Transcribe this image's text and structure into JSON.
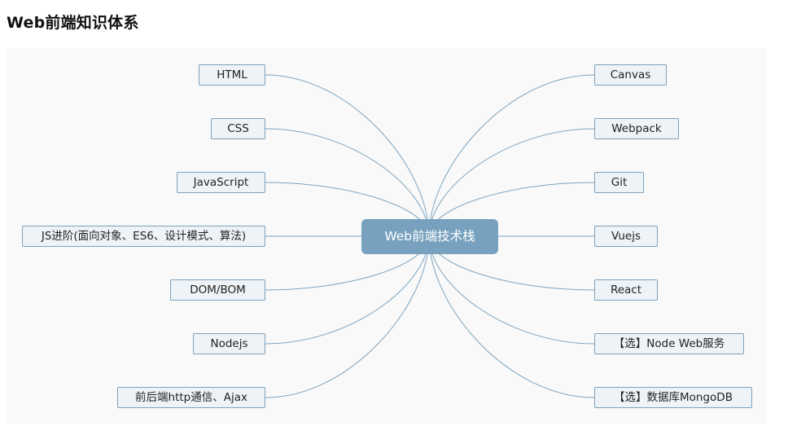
{
  "title": "Web前端知识体系",
  "mindmap": {
    "center": "Web前端技术栈",
    "left": [
      "HTML",
      "CSS",
      "JavaScript",
      "JS进阶(面向对象、ES6、设计模式、算法)",
      "DOM/BOM",
      "Nodejs",
      "前后端http通信、Ajax"
    ],
    "right": [
      "Canvas",
      "Webpack",
      "Git",
      "Vuejs",
      "React",
      "【选】Node Web服务",
      "【选】数据库MongoDB"
    ]
  },
  "colors": {
    "edge": "#7ea4bf",
    "center_fill": "#77a1be",
    "node_fill": "#eef3f7",
    "node_border": "#7da2bd",
    "canvas_bg": "#f9f9f9"
  }
}
